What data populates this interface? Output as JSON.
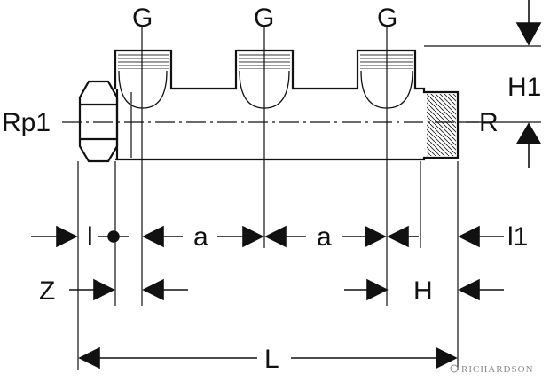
{
  "labels": {
    "g_left": "G",
    "g_mid": "G",
    "g_right": "G",
    "inlet": "Rp1",
    "outlet": "R",
    "h1": "H1",
    "l_small": "l",
    "a_first": "a",
    "a_second": "a",
    "l1": "l1",
    "z": "Z",
    "h": "H",
    "length": "L"
  },
  "watermark": {
    "brand": "RICHARDSON"
  },
  "colors": {
    "line": "#111111",
    "watermark": "#8a8a8a",
    "background": "#ffffff"
  }
}
